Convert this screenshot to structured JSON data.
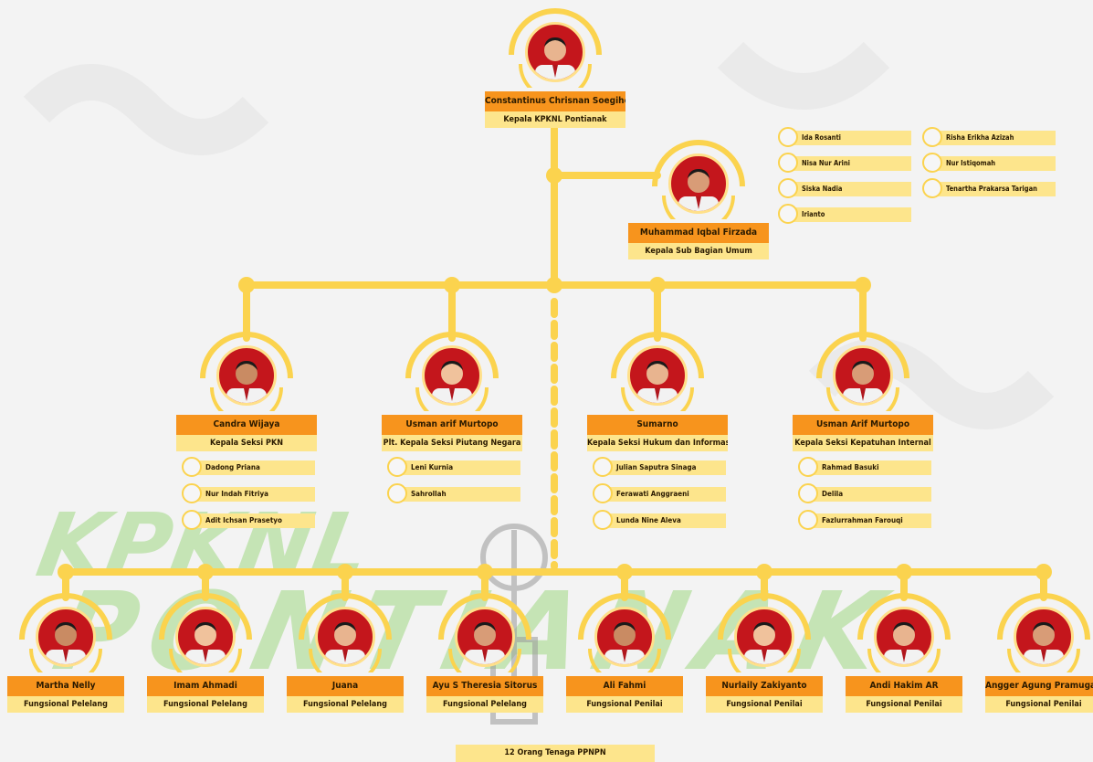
{
  "colors": {
    "accent_orange": "#f7941d",
    "label_yellow": "#fde58c",
    "line_yellow": "#fbd34e",
    "photo_bg": "#c4161c",
    "watermark_green": "#8fd36b"
  },
  "watermark": {
    "line1": "KPKNL",
    "line2": "PONTIANAK"
  },
  "head": {
    "name": "Constantinus Chrisnan Soegiherprajoko",
    "role": "Kepala KPKNL Pontianak"
  },
  "sub_bagian": {
    "name": "Muhammad Iqbal Firzada",
    "role": "Kepala Sub Bagian Umum",
    "staff_left": [
      "Ida Rosanti",
      "Nisa Nur Arini",
      "Siska Nadia",
      "Irianto"
    ],
    "staff_right": [
      "Risha Erikha Azizah",
      "Nur Istiqomah",
      "Tenartha Prakarsa Tarigan"
    ]
  },
  "sections": [
    {
      "name": "Candra Wijaya",
      "role": "Kepala Seksi PKN",
      "members": [
        "Dadong Priana",
        "Nur Indah Fitriya",
        "Adit Ichsan Prasetyo"
      ]
    },
    {
      "name": "Usman arif Murtopo",
      "role": "Plt. Kepala Seksi Piutang Negara",
      "members": [
        "Leni Kurnia",
        "Sahrollah"
      ]
    },
    {
      "name": "Sumarno",
      "role": "Kepala Seksi Hukum dan Informasi",
      "members": [
        "Julian Saputra Sinaga",
        "Ferawati Anggraeni",
        "Lunda Nine Aleva"
      ]
    },
    {
      "name": "Usman Arif Murtopo",
      "role": "Kepala Seksi Kepatuhan Internal",
      "members": [
        "Rahmad Basuki",
        "Delila",
        "Fazlurrahman Farouqi"
      ]
    }
  ],
  "functionals": [
    {
      "name": "Martha Nelly",
      "role": "Fungsional Pelelang"
    },
    {
      "name": "Imam Ahmadi",
      "role": "Fungsional Pelelang"
    },
    {
      "name": "Juana",
      "role": "Fungsional Pelelang"
    },
    {
      "name": "Ayu S Theresia Sitorus",
      "role": "Fungsional Pelelang"
    },
    {
      "name": "Ali Fahmi",
      "role": "Fungsional Penilai"
    },
    {
      "name": "Nurlaily Zakiyanto",
      "role": "Fungsional Penilai"
    },
    {
      "name": "Andi Hakim AR",
      "role": "Fungsional Penilai"
    },
    {
      "name": "Angger Agung Pramugalih",
      "role": "Fungsional Penilai"
    }
  ],
  "footer": {
    "label": "12 Orang Tenaga PPNPN"
  }
}
